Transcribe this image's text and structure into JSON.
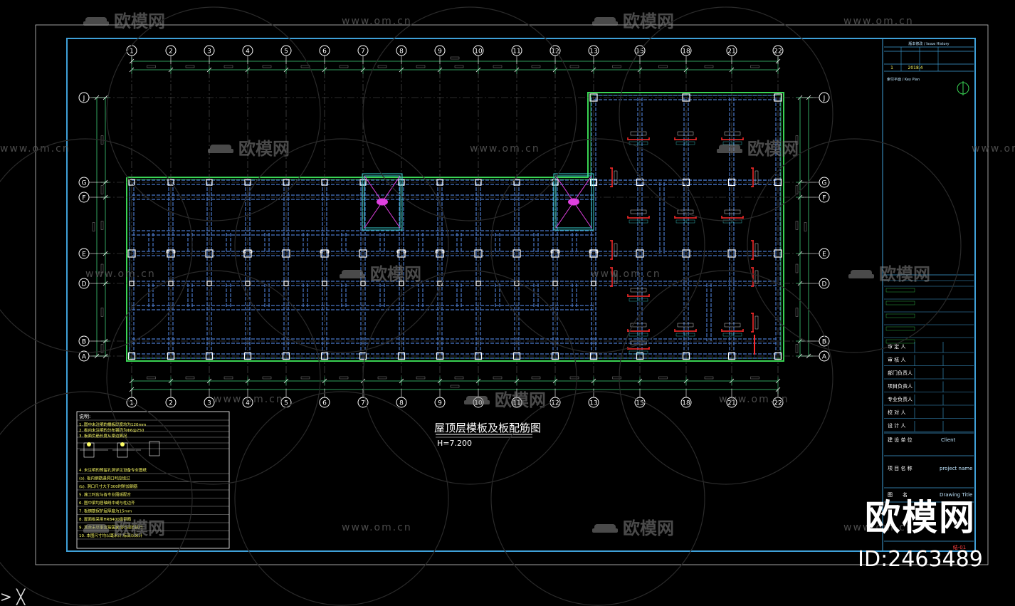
{
  "drawing": {
    "title": "屋顶层模板及板配筋图",
    "elevation": "H=7.200"
  },
  "grid": {
    "columns": [
      "1",
      "2",
      "3",
      "4",
      "5",
      "6",
      "7",
      "8",
      "9",
      "10",
      "11",
      "12",
      "13",
      "15",
      "18",
      "21",
      "22"
    ],
    "rows": [
      "J",
      "G",
      "F",
      "E",
      "D",
      "B",
      "A"
    ]
  },
  "watermark": {
    "logo_text": "欧模网",
    "site_text": "www.om.cn",
    "big_logo": "欧模网",
    "id_text": "ID:2463489"
  },
  "title_block": {
    "issue_header": "版本修改 / Issue History",
    "date_value": "2018.4",
    "issue_no": "1",
    "key_plan": "索引平面 / Key Plan",
    "approver_rows": [
      "审 定 人",
      "审 核 人",
      "部门负责人",
      "项目负责人",
      "专业负责人",
      "校 对 人",
      "设 计 人"
    ],
    "client_label": "建 设 单 位",
    "client_value": "Client",
    "project_label": "项 目 名 称",
    "project_value": "project name",
    "drawing_label": "图　　名",
    "drawing_value": "Drawing Title",
    "sheet_no": "结-01"
  },
  "notes": {
    "heading": "说明:",
    "items": [
      "1. 图中未注明的楼板厚度均为120mm",
      "2. 板内未注明的分布钢筋为Φ6@250",
      "3. 板面负筋长度从梁边算起",
      "4. 未注明的预留孔洞详见设备专业图纸",
      "(a). 板内钢筋遇洞口时应绕过",
      "(b). 洞口尺寸大于300时附加钢筋",
      "5. 施工时应与各专业图纸配合",
      "6. 图中梁均居轴线中或与柱边齐",
      "7. 板钢筋保护层厚度为15mm",
      "8. 屋面板采用HRB400级钢筋",
      "9. 其余未尽事宜按国家现行规范执行",
      "10. 本图尺寸均以毫米计,标高以米计"
    ]
  },
  "ucs": "> ╳"
}
